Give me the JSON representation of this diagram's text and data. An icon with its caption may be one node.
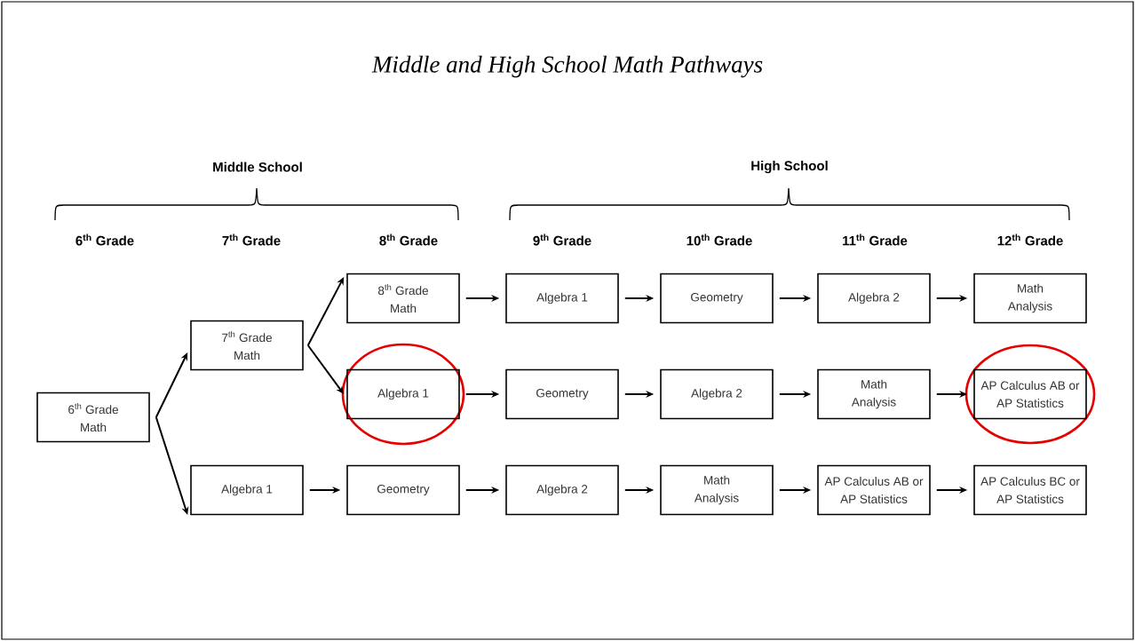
{
  "diagram": {
    "title": "Middle and High School Math Pathways",
    "nodes": [
      {
        "text": [
          "6$^{th}$ Grade Math"
        ]
      },
      {
        "text": [
          "7$^{th}$ Grade Math"
        ]
      },
      {
        "text": [
          "Algebra 1"
        ]
      },
      {
        "text": [
          "8$^{th}$ Grade Math"
        ]
      },
      {
        "text": [
          "Algebra 1"
        ]
      },
      {
        "text": [
          "Geometry"
        ]
      },
      {
        "text": [
          "Algebra 1"
        ]
      },
      {
        "text": [
          "Geometry"
        ]
      },
      {
        "text": [
          "Algebra 2"
        ]
      },
      {
        "text": [
          "Math Analysis"
        ]
      },
      {
        "text": [
          "Geometry"
        ]
      },
      {
        "text": [
          "Algebra 2"
        ]
      },
      {
        "text": [
          "Math Analysis"
        ]
      },
      {
        "text": [
          "AP Calculus AB or AP Statistics"
        ]
      },
      {
        "text": [
          "Algebra 2"
        ]
      },
      {
        "text": [
          "Math Analysis"
        ]
      },
      {
        "text": [
          "AP Calculus AB or AP Statistics"
        ]
      },
      {
        "text": [
          "AP Calculus BC or AP Statistics"
        ]
      }
    ],
    "edges": [
      {
        "from": 0,
        "to": 1,
        "arrow": "to"
      },
      {
        "from": 0,
        "to": 2,
        "arrow": "to"
      },
      {
        "from": 1,
        "to": 3,
        "arrow": "to"
      },
      {
        "from": 1,
        "to": 4,
        "arrow": "to"
      },
      {
        "from": 3,
        "to": 6,
        "arrow": "to"
      },
      {
        "from": 6,
        "to": 7,
        "arrow": "to"
      },
      {
        "from": 7,
        "to": 8,
        "arrow": "to"
      },
      {
        "from": 8,
        "to": 9,
        "arrow": "to"
      },
      {
        "from": 4,
        "to": 10,
        "arrow": "to"
      },
      {
        "from": 10,
        "to": 11,
        "arrow": "to"
      },
      {
        "from": 11,
        "to": 12,
        "arrow": "to"
      },
      {
        "from": 12,
        "to": 13,
        "arrow": "to"
      },
      {
        "from": 2,
        "to": 5,
        "arrow": "to"
      },
      {
        "from": 5,
        "to": 14,
        "arrow": "to"
      },
      {
        "from": 14,
        "to": 15,
        "arrow": "to"
      },
      {
        "from": 15,
        "to": 16,
        "arrow": "to"
      },
      {
        "from": 16,
        "to": 17,
        "arrow": "to"
      }
    ],
    "labels": [
      "Middle School",
      "High School",
      "6$^{th}$ Grade",
      "7$^{th}$ Grade",
      "8$^{th}$ Grade",
      "9$^{th}$ Grade",
      "10$^{th}$ Grade",
      "11$^{th}$ Grade",
      "12$^{th}$ Grade"
    ]
  }
}
